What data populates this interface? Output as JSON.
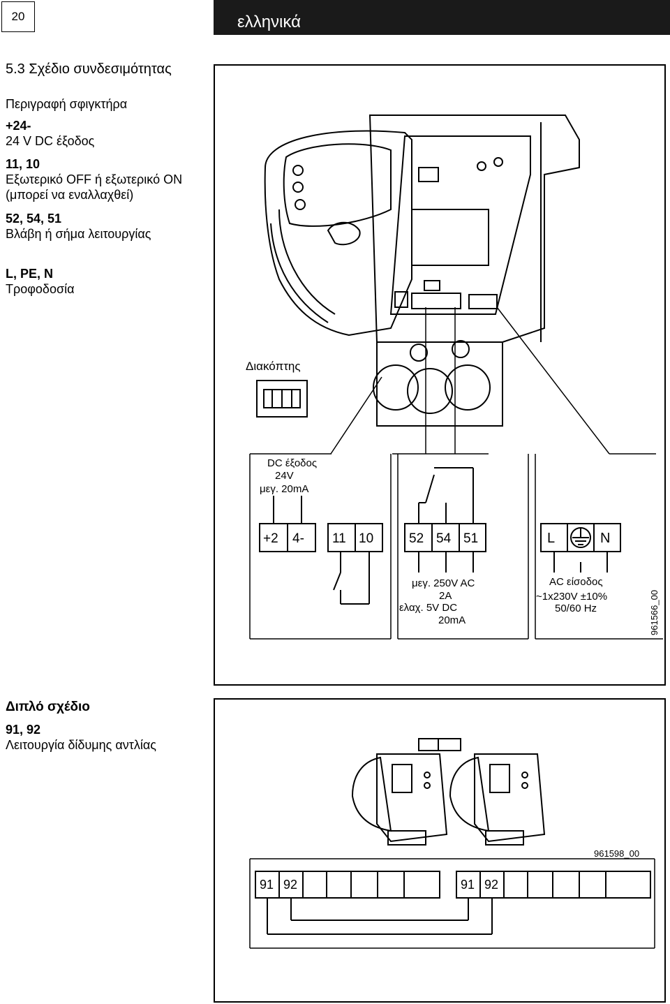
{
  "header": {
    "page_number": "20",
    "language": "ελληνικά"
  },
  "section": {
    "title": "5.3  Σχέδιο συνδεσιμότητας"
  },
  "legend": {
    "heading": "Περιγραφή σφιγκτήρα",
    "items": [
      {
        "code": "+24-",
        "desc": "24 V DC έξοδος"
      },
      {
        "code": "11, 10",
        "desc": "Εξωτερικό OFF ή εξωτερικό ON",
        "desc2": "(μπορεί να εναλλαχθεί)"
      },
      {
        "code": "52, 54, 51",
        "desc": "Βλάβη ή σήμα λειτουργίας"
      },
      {
        "code": "L, PE, N",
        "desc": "Τροφοδοσία"
      }
    ]
  },
  "diagram1": {
    "switch_label": "Διακόπτης",
    "dc_output": {
      "line1": "DC έξοδος",
      "line2": "24V",
      "line3": "μεγ. 20mA"
    },
    "terminals": {
      "t24_a": "+2",
      "t24_b": "4-",
      "t11": "11",
      "t10": "10",
      "t52": "52",
      "t54": "54",
      "t51": "51",
      "tL": "L",
      "tN": "N"
    },
    "relay_spec": {
      "line1": "μεγ. 250V AC",
      "line2": "2A",
      "line3": "ελαχ.  5V DC",
      "line4": "20mA"
    },
    "ac_input": {
      "line1": "AC είσοδος",
      "line2": "~1x230V  ±10%",
      "line3": "50/60 Hz"
    },
    "figure_id": "961566_00"
  },
  "twin": {
    "heading": "Διπλό σχέδιο",
    "code": "91, 92",
    "desc": "Λειτουργία δίδυμης αντλίας",
    "figure_id": "961598_00",
    "left_terminals": {
      "a": "91",
      "b": "92"
    },
    "right_terminals": {
      "a": "91",
      "b": "92"
    }
  }
}
